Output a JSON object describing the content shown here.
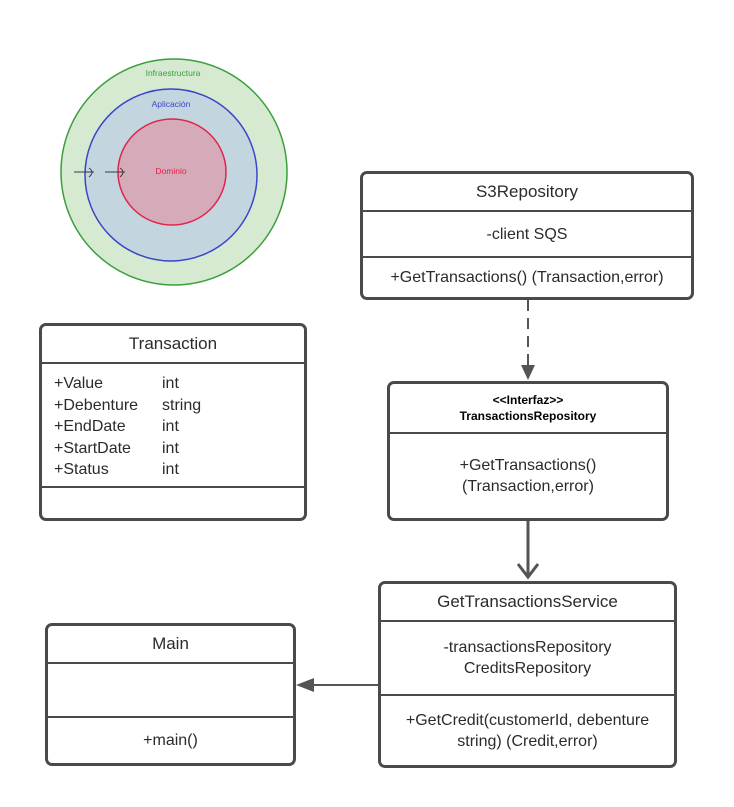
{
  "rings": {
    "outer_label": "Infraestructura",
    "middle_label": "Aplicación",
    "inner_label": "Dominio",
    "colors": {
      "outer_fill": "#d6ead2",
      "outer_stroke": "#3a9e3a",
      "middle_fill": "#c3d6df",
      "middle_stroke": "#3a45c8",
      "inner_fill": "#d5aab9",
      "inner_stroke": "#e2234a"
    }
  },
  "transaction": {
    "title": "Transaction",
    "attributes": [
      {
        "name": "+Value",
        "type": "int"
      },
      {
        "name": "+Debenture",
        "type": "string"
      },
      {
        "name": "+EndDate",
        "type": "int"
      },
      {
        "name": "+StartDate",
        "type": "int"
      },
      {
        "name": "+Status",
        "type": "int"
      }
    ]
  },
  "s3_repository": {
    "title": "S3Repository",
    "attribute": "-client SQS",
    "method": "+GetTransactions() (Transaction,error)"
  },
  "transactions_repository": {
    "stereotype": "<<Interfaz>>",
    "title": "TransactionsRepository",
    "method_line1": "+GetTransactions()",
    "method_line2": "(Transaction,error)"
  },
  "get_transactions_service": {
    "title": "GetTransactionsService",
    "attr_line1": "-transactionsRepository",
    "attr_line2": "CreditsRepository",
    "method_line1": "+GetCredit(customerId, debenture",
    "method_line2": "string) (Credit,error)"
  },
  "main": {
    "title": "Main",
    "method": "+main()"
  },
  "colors": {
    "box_border": "#4a4a4a",
    "connector": "#555555"
  }
}
